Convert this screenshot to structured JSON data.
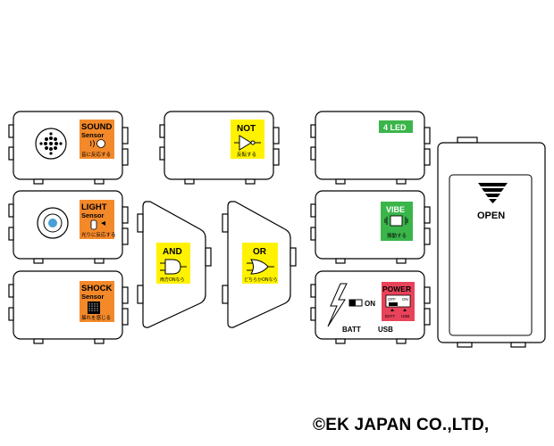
{
  "colors": {
    "sound": "#f4892a",
    "light": "#f4892a",
    "shock": "#f4892a",
    "not": "#fff200",
    "and": "#fff200",
    "or": "#fff200",
    "led": "#3ab54a",
    "vibe": "#3ab54a",
    "power": "#e8435a",
    "outline": "#000000"
  },
  "modules": {
    "sound": {
      "title": "SOUND",
      "subtitle": "Sensor",
      "caption": "音に反応する"
    },
    "light": {
      "title": "LIGHT",
      "subtitle": "Sensor",
      "caption": "光りに反応する"
    },
    "shock": {
      "title": "SHOCK",
      "subtitle": "Sensor",
      "caption": "揺れを感じる"
    },
    "not": {
      "title": "NOT",
      "caption": "反転する"
    },
    "and": {
      "title": "AND",
      "caption": "両方ONなら"
    },
    "or": {
      "title": "OR",
      "caption": "どちらかONなら"
    },
    "led": {
      "title": "4 LED"
    },
    "vibe": {
      "title": "VIBE",
      "caption": "振動する"
    },
    "power": {
      "title": "POWER",
      "switch_off": "OFF",
      "switch_on": "ON",
      "arrow_batt": "BATT",
      "arrow_usb": "USB",
      "on_label": "ON",
      "batt_label": "BATT",
      "usb_label": "USB"
    },
    "battery_box": {
      "open_label": "OPEN"
    }
  },
  "copyright": "©EK JAPAN CO.,LTD,"
}
